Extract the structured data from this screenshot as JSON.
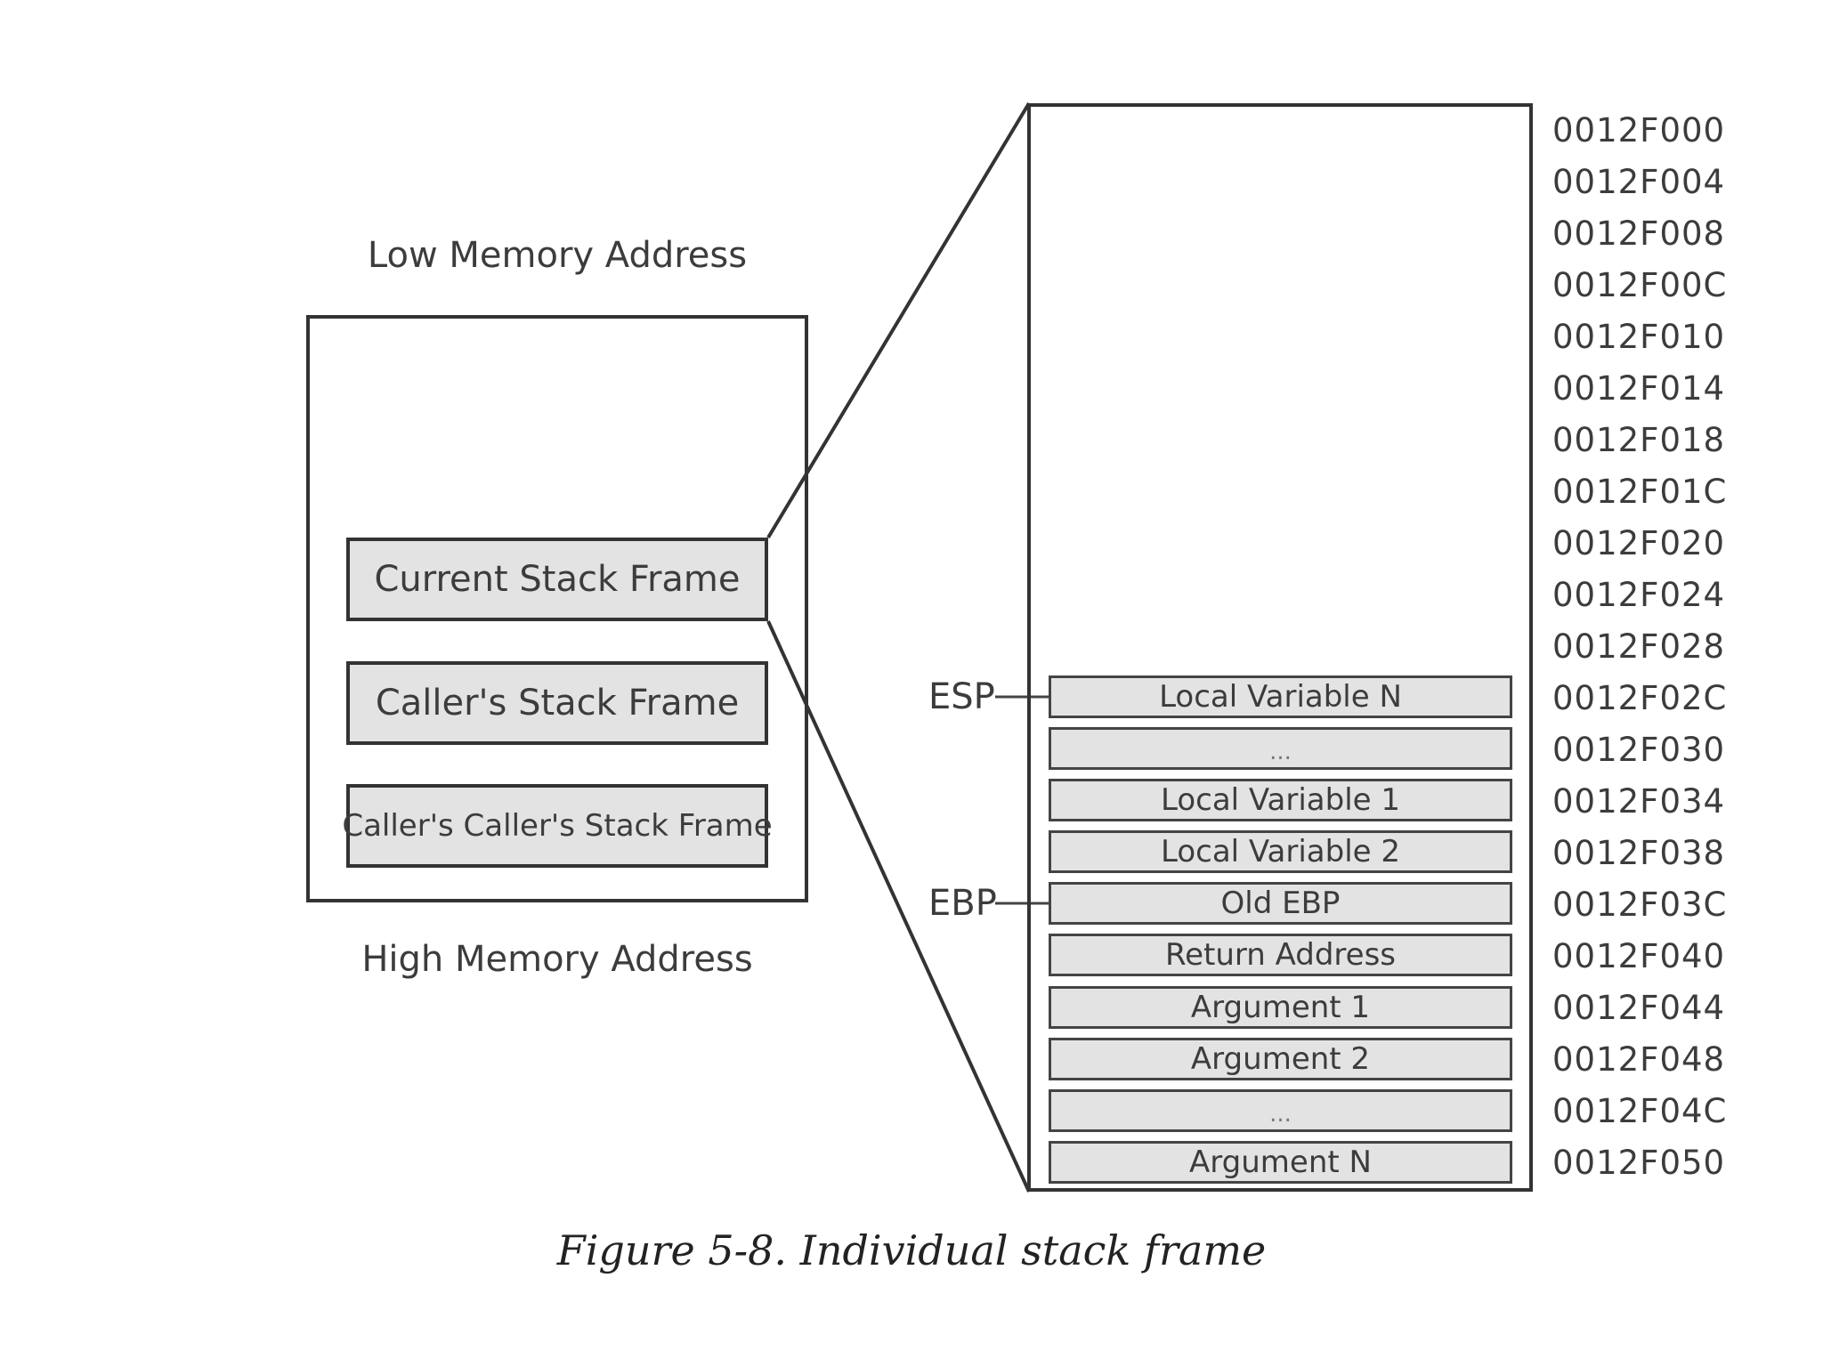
{
  "figure": {
    "low_memory_label": "Low Memory Address",
    "high_memory_label": "High Memory Address",
    "frames": [
      "Current Stack Frame",
      "Caller's Stack Frame",
      "Caller's Caller's Stack Frame"
    ],
    "registers": {
      "esp": "ESP",
      "ebp": "EBP"
    },
    "cells": [
      {
        "label": "Local Variable N",
        "address": "0012F02C"
      },
      {
        "label": "...",
        "address": "0012F030"
      },
      {
        "label": "Local Variable 1",
        "address": "0012F034"
      },
      {
        "label": "Local Variable 2",
        "address": "0012F038"
      },
      {
        "label": "Old EBP",
        "address": "0012F03C"
      },
      {
        "label": "Return Address",
        "address": "0012F040"
      },
      {
        "label": "Argument 1",
        "address": "0012F044"
      },
      {
        "label": "Argument 2",
        "address": "0012F048"
      },
      {
        "label": "...",
        "address": "0012F04C"
      },
      {
        "label": "Argument N",
        "address": "0012F050"
      }
    ],
    "empty_addresses": [
      "0012F000",
      "0012F004",
      "0012F008",
      "0012F00C",
      "0012F010",
      "0012F014",
      "0012F018",
      "0012F01C",
      "0012F020",
      "0012F024",
      "0012F028"
    ],
    "caption": "Figure 5-8. Individual stack frame"
  }
}
